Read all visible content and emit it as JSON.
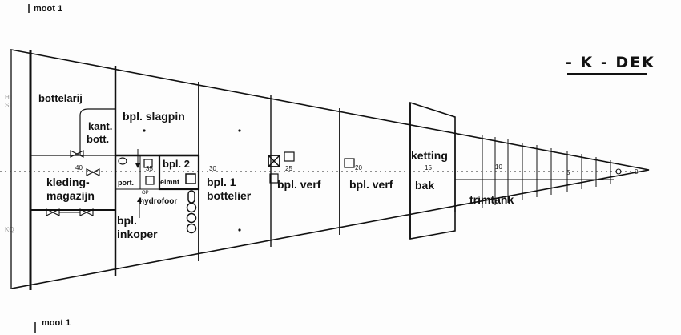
{
  "header": {
    "section_marker": "moot 1"
  },
  "footer": {
    "section_marker": "moot 1"
  },
  "deck_title": "- K - DEK",
  "margin_labels": {
    "top": "HT.",
    "top2": "ST.",
    "bottom": "KQ"
  },
  "rooms": {
    "bottelarij": "bottelarij",
    "kant": "kant.",
    "bott": "bott.",
    "slagpin": "bpl. slagpin",
    "bpl2": "bpl. 2",
    "kleding1": "kleding-",
    "kleding2": "magazijn",
    "port": "port.",
    "elmnt": "elmnt",
    "op": "OP",
    "hydrofoor": "hydrofoor",
    "inkoper1": "bpl.",
    "inkoper2": "inkoper",
    "bottelier1": "bpl. 1",
    "bottelier2": "bottelier",
    "verf1": "bpl. verf",
    "verf2": "bpl. verf",
    "ketting": "ketting",
    "bak": "bak",
    "trimtank": "trimtank"
  },
  "frames": [
    "40",
    "35",
    "30",
    "25",
    "20",
    "15",
    "10",
    "5",
    "0"
  ]
}
